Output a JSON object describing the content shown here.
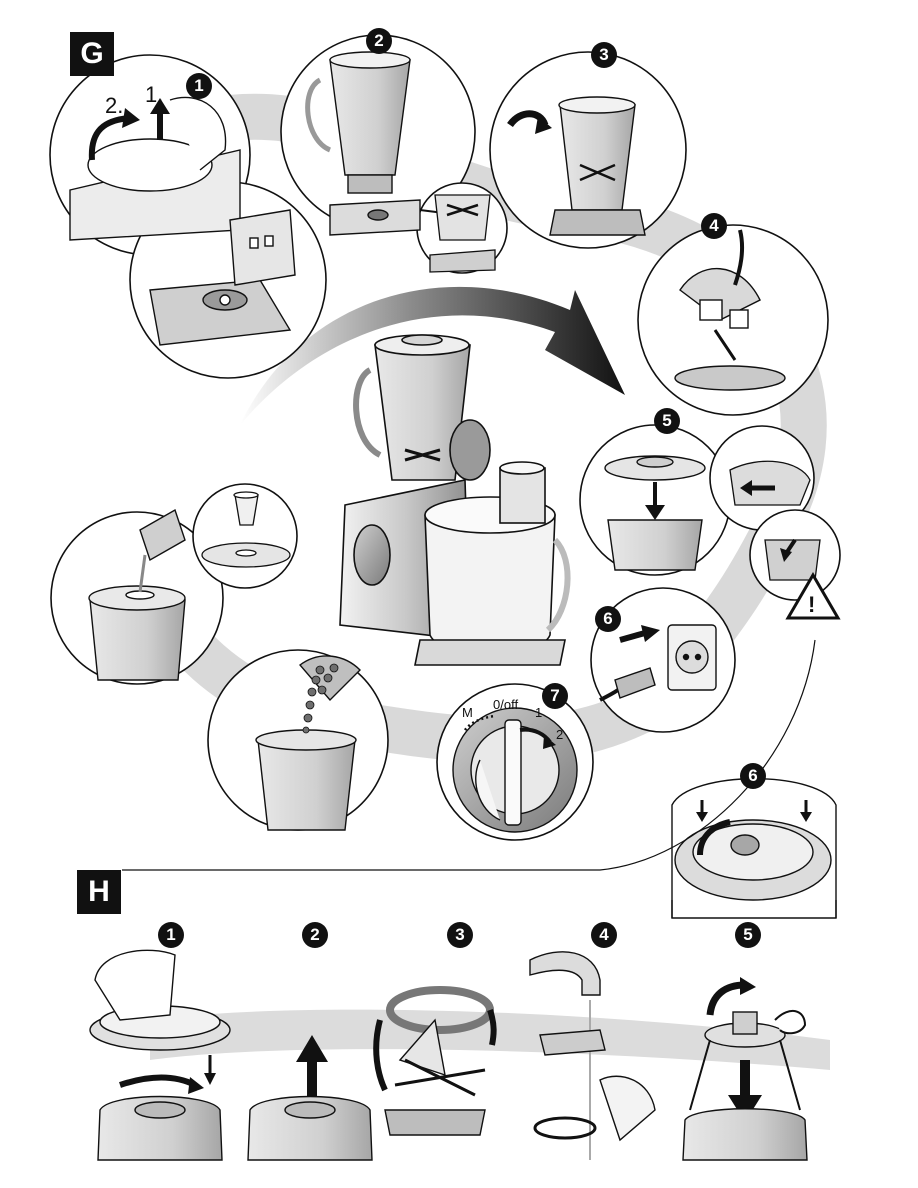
{
  "section_g": {
    "label": "G",
    "steps": [
      "1",
      "2",
      "3",
      "4",
      "5",
      "6",
      "7"
    ],
    "step1_order": {
      "first": "1.",
      "second": "2."
    },
    "dial": {
      "m": "M",
      "off": "0/off",
      "one": "1",
      "two": "2"
    },
    "inset_step": "6",
    "warning_symbol": "!"
  },
  "section_h": {
    "label": "H",
    "steps": [
      "1",
      "2",
      "3",
      "4",
      "5"
    ]
  }
}
